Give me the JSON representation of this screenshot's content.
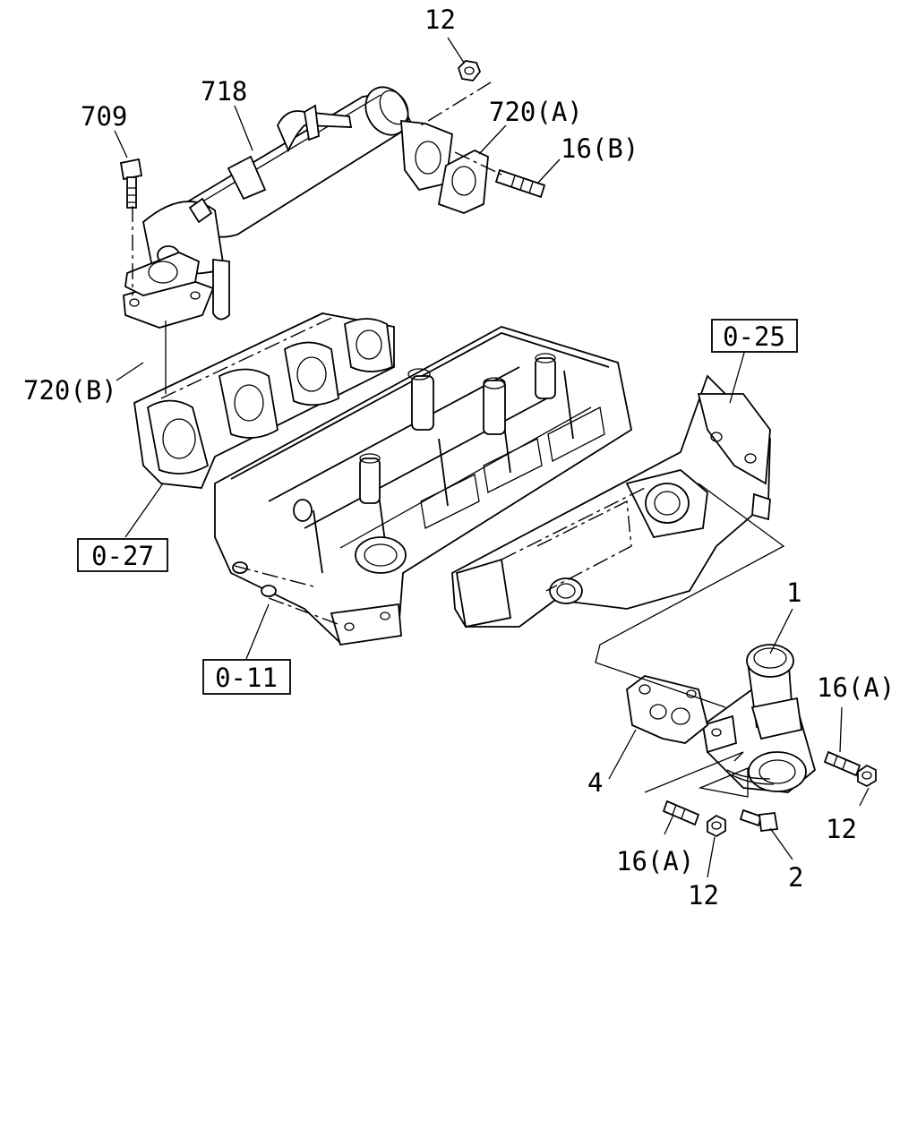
{
  "parts": {
    "p12_top": "12",
    "p718": "718",
    "p709": "709",
    "p720a": "720(A)",
    "p16b": "16(B)",
    "p720b": "720(B)",
    "p1": "1",
    "p16a_right": "16(A)",
    "p12_right": "12",
    "p4": "4",
    "p16a_bottom": "16(A)",
    "p12_bottom": "12",
    "p2": "2"
  },
  "refs": {
    "r025": "0-25",
    "r027": "0-27",
    "r011": "0-11"
  }
}
